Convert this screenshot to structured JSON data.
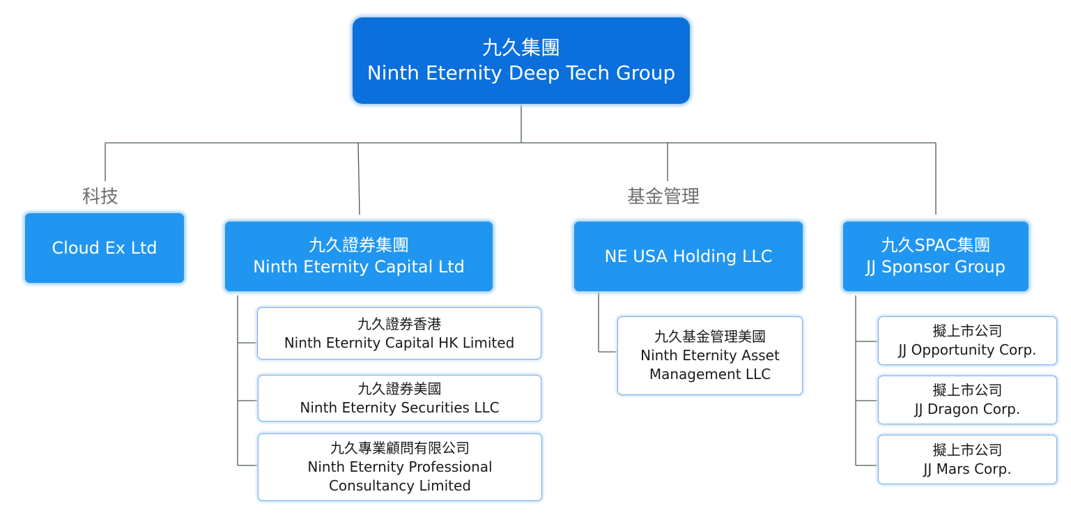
{
  "root": {
    "line1": "九久集團",
    "line2": "Ninth Eternity Deep Tech Group"
  },
  "categories": {
    "tech": "科技",
    "fund": "基金管理"
  },
  "branches": {
    "cloud": {
      "line1": "Cloud Ex Ltd"
    },
    "capital": {
      "line1": "九久證券集團",
      "line2": "Ninth Eternity Capital Ltd"
    },
    "usa": {
      "line1": "NE USA Holding LLC"
    },
    "spac": {
      "line1": "九久SPAC集團",
      "line2": "JJ Sponsor Group"
    }
  },
  "capital_children": [
    {
      "line1": "九久證券香港",
      "line2": "Ninth Eternity Capital HK Limited"
    },
    {
      "line1": "九久證券美國",
      "line2": "Ninth Eternity Securities LLC"
    },
    {
      "line1": "九久專業顧問有限公司",
      "line2": "Ninth Eternity Professional",
      "line3": "Consultancy Limited"
    }
  ],
  "usa_children": [
    {
      "line1": "九久基金管理美國",
      "line2": "Ninth Eternity Asset",
      "line3": "Management LLC"
    }
  ],
  "spac_children": [
    {
      "line1": "擬上市公司",
      "line2": "JJ Opportunity Corp."
    },
    {
      "line1": "擬上市公司",
      "line2": "JJ Dragon Corp."
    },
    {
      "line1": "擬上市公司",
      "line2": "JJ Mars Corp."
    }
  ],
  "colors": {
    "root_fill": "#0b6fdc",
    "branch_fill": "#2196f0",
    "leaf_border": "#7eaee6",
    "connector": "#4a5a4a"
  }
}
